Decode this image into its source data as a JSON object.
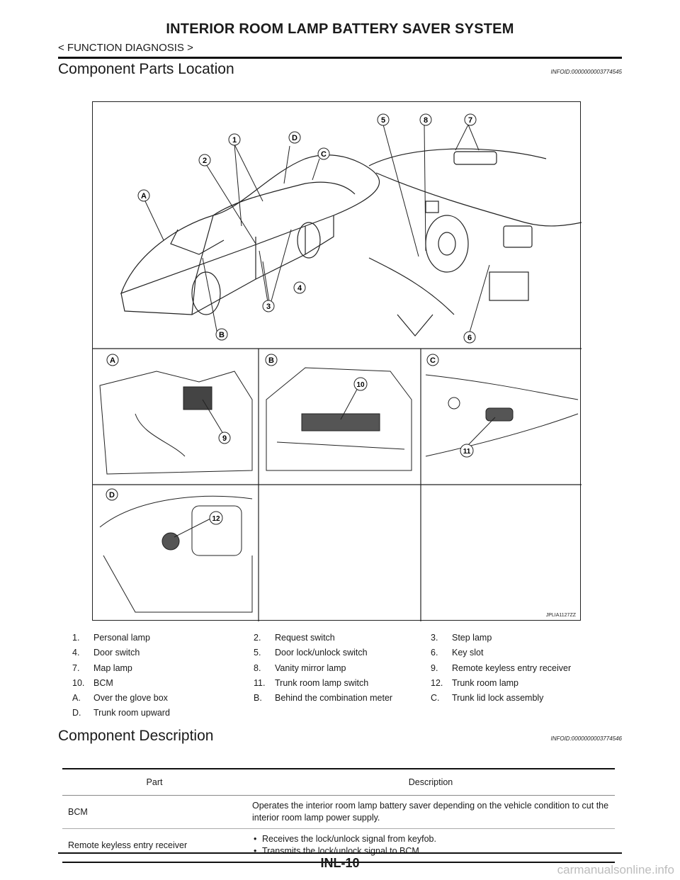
{
  "header": {
    "title": "INTERIOR ROOM LAMP BATTERY SAVER SYSTEM",
    "breadcrumb": "< FUNCTION DIAGNOSIS >"
  },
  "section1": {
    "title": "Component Parts Location",
    "info_id": "INFOID:0000000003774545"
  },
  "figure": {
    "code": "JPLIA1127ZZ",
    "callouts": [
      "1",
      "2",
      "3",
      "4",
      "5",
      "6",
      "7",
      "8",
      "9",
      "10",
      "11",
      "12",
      "A",
      "B",
      "C",
      "D"
    ]
  },
  "legend": [
    [
      "1.",
      "Personal lamp",
      "2.",
      "Request switch",
      "3.",
      "Step lamp"
    ],
    [
      "4.",
      "Door switch",
      "5.",
      "Door lock/unlock switch",
      "6.",
      "Key slot"
    ],
    [
      "7.",
      "Map lamp",
      "8.",
      "Vanity mirror lamp",
      "9.",
      "Remote keyless entry receiver"
    ],
    [
      "10.",
      "BCM",
      "11.",
      "Trunk room lamp switch",
      "12.",
      "Trunk room lamp"
    ],
    [
      "A.",
      "Over the glove box",
      "B.",
      "Behind the combination meter",
      "C.",
      "Trunk lid lock assembly"
    ],
    [
      "D.",
      "Trunk room upward",
      "",
      "",
      "",
      ""
    ]
  ],
  "section2": {
    "title": "Component  Description",
    "info_id": "INFOID:0000000003774546"
  },
  "table": {
    "headers": [
      "Part",
      "Description"
    ],
    "rows": [
      {
        "part": "BCM",
        "description": "Operates the interior room lamp battery saver depending on the vehicle condition to cut the interior room lamp power supply."
      },
      {
        "part": "Remote keyless entry receiver",
        "bullets": [
          "Receives the lock/unlock signal from keyfob.",
          "Transmits the lock/unlock signal to BCM."
        ]
      }
    ]
  },
  "footer": {
    "page_number": "INL-10",
    "watermark": "carmanualsonline.info"
  }
}
